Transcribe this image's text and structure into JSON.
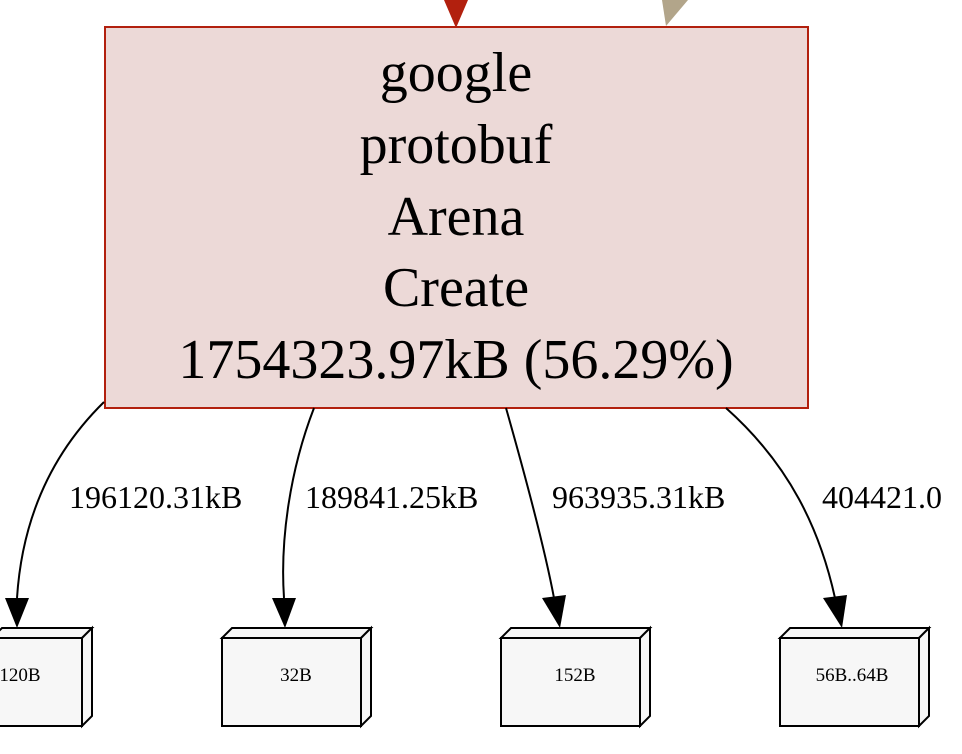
{
  "main_node": {
    "lines": [
      "google",
      "protobuf",
      "Arena",
      "Create",
      "1754323.97kB (56.29%)"
    ],
    "fill": "#ecd9d7",
    "stroke": "#b2200e"
  },
  "incoming_edges": [
    {
      "color": "#b2200e"
    },
    {
      "color": "#b2a58a"
    }
  ],
  "edges": [
    {
      "label": "196120.31kB"
    },
    {
      "label": "189841.25kB"
    },
    {
      "label": "963935.31kB"
    },
    {
      "label": "404421.0"
    }
  ],
  "leaves": [
    {
      "label": "120B"
    },
    {
      "label": "32B"
    },
    {
      "label": "152B"
    },
    {
      "label": "56B..64B"
    }
  ],
  "colors": {
    "edge": "#000000",
    "leaf_fill": "#f7f7f7",
    "leaf_stroke": "#000000"
  }
}
